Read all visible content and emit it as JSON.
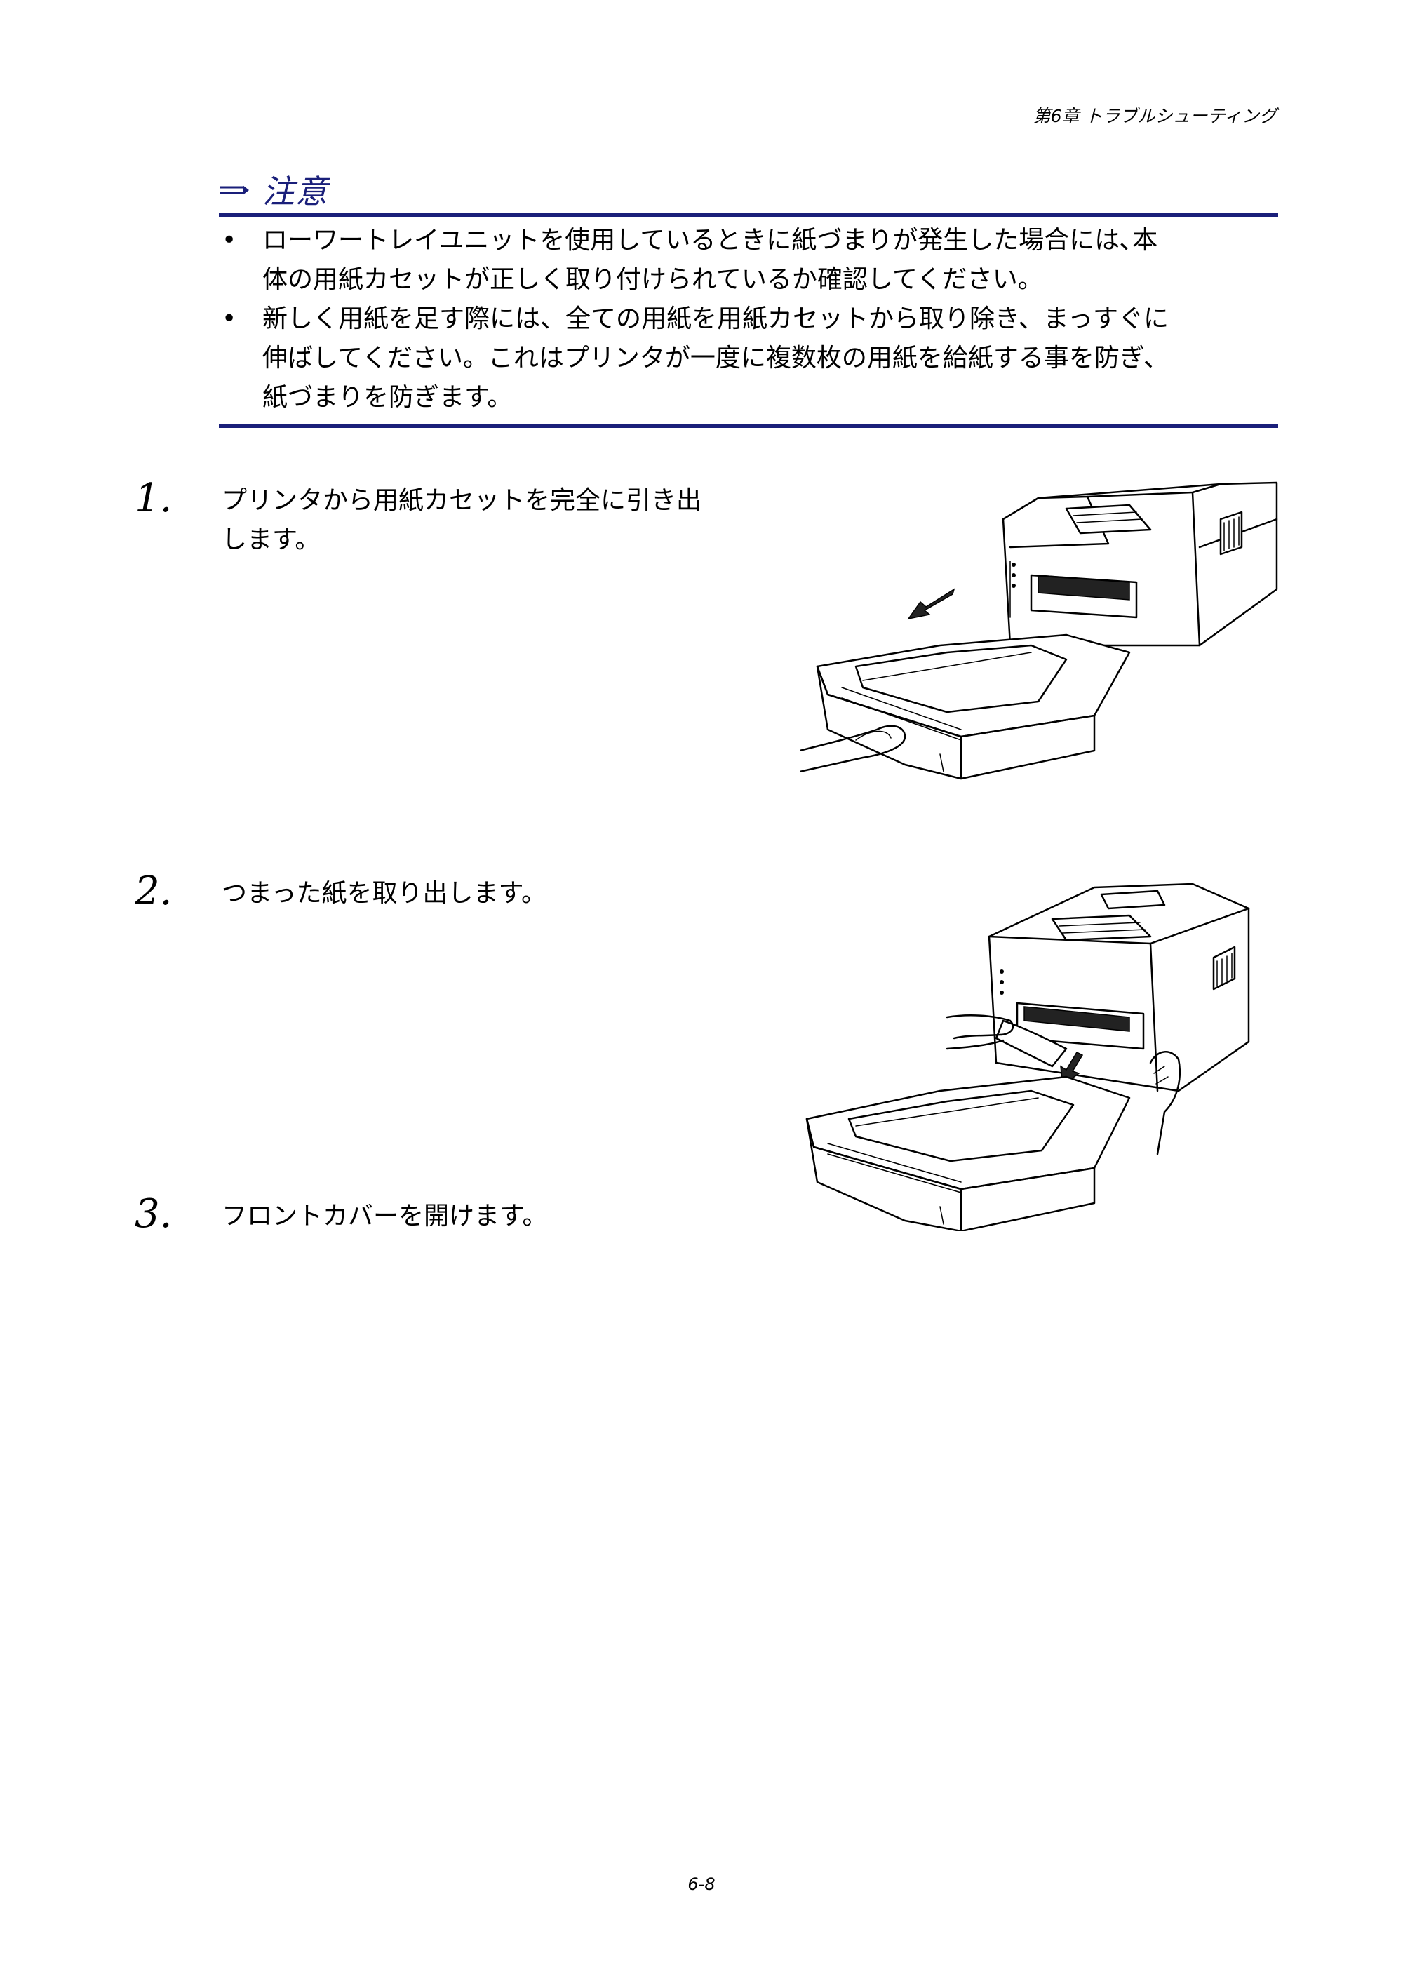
{
  "header": {
    "chapter": "第6章 トラブルシューティング"
  },
  "caution": {
    "icon": "caution-pen-icon",
    "title": "注意",
    "accent_color": "#1a1f7a",
    "items": [
      {
        "bullet": "•",
        "text": "ローワートレイユニットを使用しているときに紙づまりが発生した場合には､本\n体の用紙カセットが正しく取り付けられているか確認してください。"
      },
      {
        "bullet": "•",
        "text": "新しく用紙を足す際には、全ての用紙を用紙カセットから取り除き、まっすぐに\n伸ばしてください。これはプリンタが一度に複数枚の用紙を給紙する事を防ぎ、\n紙づまりを防ぎます。"
      }
    ]
  },
  "steps": [
    {
      "number": "1.",
      "text": "プリンタから用紙カセットを完全に引き出\nします。",
      "figure": "printer-tray-removal-illustration"
    },
    {
      "number": "2.",
      "text": "つまった紙を取り出します。",
      "figure": "jammed-paper-removal-illustration"
    },
    {
      "number": "3.",
      "text": "フロントカバーを開けます。"
    }
  ],
  "footer": {
    "page_number": "6-8"
  }
}
